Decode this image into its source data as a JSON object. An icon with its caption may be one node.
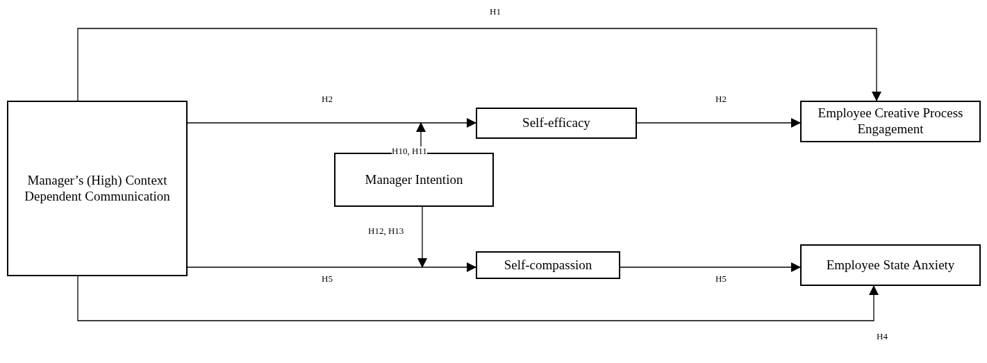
{
  "diagram": {
    "nodes": [
      {
        "text": [
          "Manager’s (High) Context Dependent Communication"
        ]
      },
      {
        "text": [
          "Self-efficacy"
        ]
      },
      {
        "text": [
          "Employee Creative Process Engagement"
        ]
      },
      {
        "text": [
          "Manager Intention"
        ]
      },
      {
        "text": [
          "Self-compassion"
        ]
      },
      {
        "text": [
          "Employee State Anxiety"
        ]
      }
    ],
    "edges": [
      {
        "from": 0,
        "to": 2,
        "arrow": "to",
        "label": "H1"
      },
      {
        "from": 0,
        "to": 1,
        "arrow": "to",
        "label": "H2"
      },
      {
        "from": 1,
        "to": 2,
        "arrow": "to",
        "label": "H2"
      },
      {
        "from": 0,
        "to": 4,
        "arrow": "to",
        "label": "H5"
      },
      {
        "from": 4,
        "to": 5,
        "arrow": "to",
        "label": "H5"
      },
      {
        "from": 0,
        "to": 5,
        "arrow": "to",
        "label": "H4"
      },
      {
        "from": 3,
        "to": null,
        "arrow": "to",
        "label": "H10, H11"
      },
      {
        "from": 3,
        "to": null,
        "arrow": "to",
        "label": "H12, H13"
      }
    ]
  }
}
